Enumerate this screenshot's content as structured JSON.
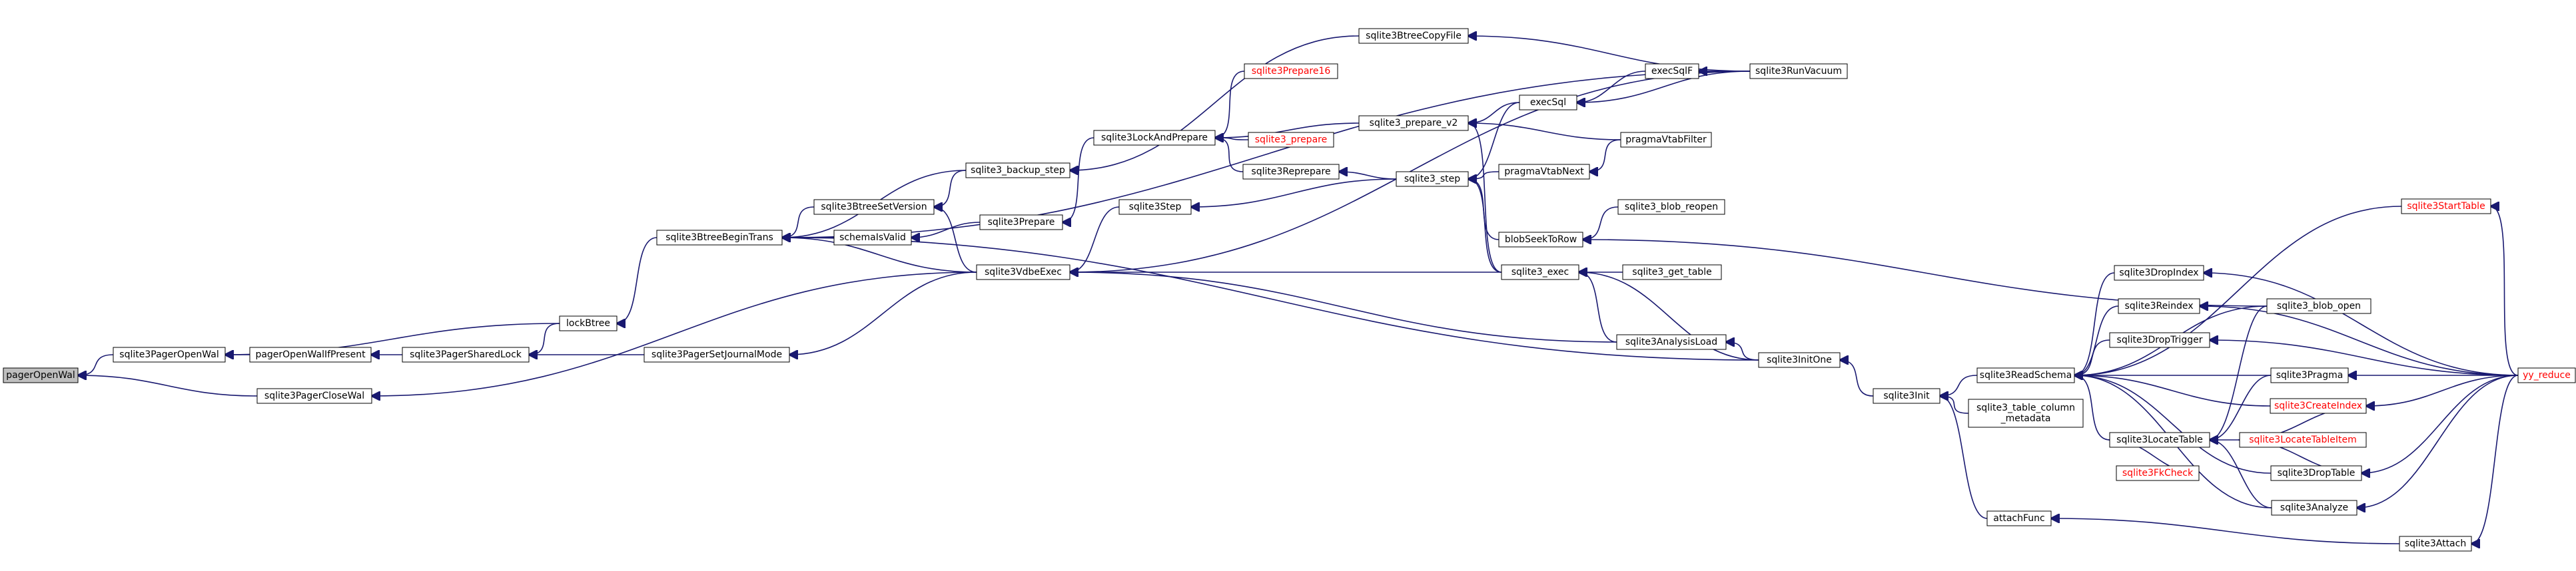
{
  "graph": {
    "root": "pagerOpenWal",
    "colors": {
      "edge": "#191970",
      "root_fill": "#bfbfbf",
      "node_fill": "#ffffff",
      "link_text": "#000000",
      "external_text": "#ff0000"
    },
    "nodes": [
      {
        "id": "pagerOpenWal",
        "label": "pagerOpenWal",
        "style": "root"
      },
      {
        "id": "sqlite3PagerOpenWal",
        "label": "sqlite3PagerOpenWal"
      },
      {
        "id": "sqlite3PagerCloseWal",
        "label": "sqlite3PagerCloseWal"
      },
      {
        "id": "pagerOpenWalIfPresent",
        "label": "pagerOpenWalIfPresent"
      },
      {
        "id": "sqlite3PagerSharedLock",
        "label": "sqlite3PagerSharedLock"
      },
      {
        "id": "lockBtree",
        "label": "lockBtree"
      },
      {
        "id": "sqlite3PagerSetJournalMode",
        "label": "sqlite3PagerSetJournalMode"
      },
      {
        "id": "sqlite3BtreeBeginTrans",
        "label": "sqlite3BtreeBeginTrans"
      },
      {
        "id": "sqlite3BtreeSetVersion",
        "label": "sqlite3BtreeSetVersion"
      },
      {
        "id": "schemaIsValid",
        "label": "schemaIsValid"
      },
      {
        "id": "sqlite3VdbeExec",
        "label": "sqlite3VdbeExec"
      },
      {
        "id": "sqlite3_backup_step",
        "label": "sqlite3_backup_step"
      },
      {
        "id": "sqlite3Prepare",
        "label": "sqlite3Prepare"
      },
      {
        "id": "sqlite3Step",
        "label": "sqlite3Step"
      },
      {
        "id": "sqlite3LockAndPrepare",
        "label": "sqlite3LockAndPrepare"
      },
      {
        "id": "sqlite3Prepare16",
        "label": "sqlite3Prepare16",
        "style": "external"
      },
      {
        "id": "sqlite3_prepare",
        "label": "sqlite3_prepare",
        "style": "external"
      },
      {
        "id": "sqlite3Reprepare",
        "label": "sqlite3Reprepare"
      },
      {
        "id": "sqlite3BtreeCopyFile",
        "label": "sqlite3BtreeCopyFile"
      },
      {
        "id": "sqlite3_prepare_v2",
        "label": "sqlite3_prepare_v2"
      },
      {
        "id": "sqlite3_step",
        "label": "sqlite3_step"
      },
      {
        "id": "execSql",
        "label": "execSql"
      },
      {
        "id": "execSqlF",
        "label": "execSqlF"
      },
      {
        "id": "sqlite3RunVacuum",
        "label": "sqlite3RunVacuum"
      },
      {
        "id": "pragmaVtabFilter",
        "label": "pragmaVtabFilter"
      },
      {
        "id": "pragmaVtabNext",
        "label": "pragmaVtabNext"
      },
      {
        "id": "blobSeekToRow",
        "label": "blobSeekToRow"
      },
      {
        "id": "sqlite3_blob_reopen",
        "label": "sqlite3_blob_reopen"
      },
      {
        "id": "sqlite3_exec",
        "label": "sqlite3_exec"
      },
      {
        "id": "sqlite3_get_table",
        "label": "sqlite3_get_table"
      },
      {
        "id": "sqlite3AnalysisLoad",
        "label": "sqlite3AnalysisLoad"
      },
      {
        "id": "sqlite3InitOne",
        "label": "sqlite3InitOne"
      },
      {
        "id": "sqlite3Init",
        "label": "sqlite3Init"
      },
      {
        "id": "sqlite3ReadSchema",
        "label": "sqlite3ReadSchema"
      },
      {
        "id": "sqlite3_table_column_metadata",
        "label": "sqlite3_table_column\n_metadata"
      },
      {
        "id": "attachFunc",
        "label": "attachFunc"
      },
      {
        "id": "sqlite3StartTable",
        "label": "sqlite3StartTable",
        "style": "external"
      },
      {
        "id": "sqlite3DropIndex",
        "label": "sqlite3DropIndex"
      },
      {
        "id": "sqlite3Reindex",
        "label": "sqlite3Reindex"
      },
      {
        "id": "sqlite3_blob_open",
        "label": "sqlite3_blob_open"
      },
      {
        "id": "sqlite3DropTrigger",
        "label": "sqlite3DropTrigger"
      },
      {
        "id": "sqlite3Pragma",
        "label": "sqlite3Pragma"
      },
      {
        "id": "sqlite3CreateIndex",
        "label": "sqlite3CreateIndex",
        "style": "external"
      },
      {
        "id": "sqlite3LocateTable",
        "label": "sqlite3LocateTable"
      },
      {
        "id": "sqlite3LocateTableItem",
        "label": "sqlite3LocateTableItem",
        "style": "external"
      },
      {
        "id": "sqlite3FkCheck",
        "label": "sqlite3FkCheck",
        "style": "external"
      },
      {
        "id": "sqlite3DropTable",
        "label": "sqlite3DropTable"
      },
      {
        "id": "sqlite3Analyze",
        "label": "sqlite3Analyze"
      },
      {
        "id": "sqlite3Attach",
        "label": "sqlite3Attach"
      },
      {
        "id": "yy_reduce",
        "label": "yy_reduce",
        "style": "external"
      }
    ],
    "edges": [
      [
        "sqlite3PagerOpenWal",
        "pagerOpenWal"
      ],
      [
        "sqlite3PagerCloseWal",
        "pagerOpenWal"
      ],
      [
        "pagerOpenWalIfPresent",
        "sqlite3PagerOpenWal"
      ],
      [
        "lockBtree",
        "sqlite3PagerOpenWal"
      ],
      [
        "sqlite3PagerSharedLock",
        "pagerOpenWalIfPresent"
      ],
      [
        "lockBtree",
        "sqlite3PagerSharedLock"
      ],
      [
        "sqlite3PagerSetJournalMode",
        "sqlite3PagerSharedLock"
      ],
      [
        "sqlite3BtreeBeginTrans",
        "lockBtree"
      ],
      [
        "sqlite3VdbeExec",
        "sqlite3PagerSetJournalMode"
      ],
      [
        "sqlite3VdbeExec",
        "sqlite3PagerCloseWal"
      ],
      [
        "sqlite3_backup_step",
        "sqlite3BtreeBeginTrans"
      ],
      [
        "sqlite3BtreeSetVersion",
        "sqlite3BtreeBeginTrans"
      ],
      [
        "schemaIsValid",
        "sqlite3BtreeBeginTrans"
      ],
      [
        "sqlite3VdbeExec",
        "sqlite3BtreeBeginTrans"
      ],
      [
        "sqlite3RunVacuum",
        "sqlite3BtreeBeginTrans"
      ],
      [
        "sqlite3InitOne",
        "sqlite3BtreeBeginTrans"
      ],
      [
        "sqlite3_backup_step",
        "sqlite3BtreeSetVersion"
      ],
      [
        "sqlite3VdbeExec",
        "sqlite3BtreeSetVersion"
      ],
      [
        "sqlite3Prepare",
        "schemaIsValid"
      ],
      [
        "sqlite3Step",
        "sqlite3VdbeExec"
      ],
      [
        "sqlite3RunVacuum",
        "sqlite3VdbeExec"
      ],
      [
        "sqlite3_exec",
        "sqlite3VdbeExec"
      ],
      [
        "sqlite3AnalysisLoad",
        "sqlite3VdbeExec"
      ],
      [
        "sqlite3BtreeCopyFile",
        "sqlite3_backup_step"
      ],
      [
        "sqlite3LockAndPrepare",
        "sqlite3Prepare"
      ],
      [
        "sqlite3_step",
        "sqlite3Step"
      ],
      [
        "sqlite3Prepare16",
        "sqlite3LockAndPrepare"
      ],
      [
        "sqlite3_prepare",
        "sqlite3LockAndPrepare"
      ],
      [
        "sqlite3Reprepare",
        "sqlite3LockAndPrepare"
      ],
      [
        "sqlite3_prepare_v2",
        "sqlite3LockAndPrepare"
      ],
      [
        "sqlite3RunVacuum",
        "sqlite3BtreeCopyFile"
      ],
      [
        "sqlite3_step",
        "sqlite3Reprepare"
      ],
      [
        "execSql",
        "sqlite3_prepare_v2"
      ],
      [
        "pragmaVtabFilter",
        "sqlite3_prepare_v2"
      ],
      [
        "sqlite3_exec",
        "sqlite3_prepare_v2"
      ],
      [
        "execSql",
        "sqlite3_step"
      ],
      [
        "pragmaVtabNext",
        "sqlite3_step"
      ],
      [
        "blobSeekToRow",
        "sqlite3_step"
      ],
      [
        "sqlite3_exec",
        "sqlite3_step"
      ],
      [
        "execSqlF",
        "execSql"
      ],
      [
        "sqlite3RunVacuum",
        "execSql"
      ],
      [
        "sqlite3RunVacuum",
        "execSqlF"
      ],
      [
        "pragmaVtabFilter",
        "pragmaVtabNext"
      ],
      [
        "sqlite3_blob_reopen",
        "blobSeekToRow"
      ],
      [
        "sqlite3_blob_open",
        "blobSeekToRow"
      ],
      [
        "sqlite3_get_table",
        "sqlite3_exec"
      ],
      [
        "sqlite3AnalysisLoad",
        "sqlite3_exec"
      ],
      [
        "sqlite3InitOne",
        "sqlite3_exec"
      ],
      [
        "sqlite3InitOne",
        "sqlite3AnalysisLoad"
      ],
      [
        "sqlite3Init",
        "sqlite3InitOne"
      ],
      [
        "sqlite3ReadSchema",
        "sqlite3Init"
      ],
      [
        "sqlite3_table_column_metadata",
        "sqlite3Init"
      ],
      [
        "attachFunc",
        "sqlite3Init"
      ],
      [
        "sqlite3StartTable",
        "sqlite3ReadSchema"
      ],
      [
        "sqlite3DropIndex",
        "sqlite3ReadSchema"
      ],
      [
        "sqlite3Reindex",
        "sqlite3ReadSchema"
      ],
      [
        "sqlite3_blob_open",
        "sqlite3ReadSchema"
      ],
      [
        "sqlite3DropTrigger",
        "sqlite3ReadSchema"
      ],
      [
        "sqlite3Pragma",
        "sqlite3ReadSchema"
      ],
      [
        "sqlite3CreateIndex",
        "sqlite3ReadSchema"
      ],
      [
        "sqlite3LocateTable",
        "sqlite3ReadSchema"
      ],
      [
        "sqlite3Analyze",
        "sqlite3ReadSchema"
      ],
      [
        "sqlite3DropTable",
        "sqlite3ReadSchema"
      ],
      [
        "sqlite3Attach",
        "attachFunc"
      ],
      [
        "sqlite3_blob_open",
        "sqlite3LocateTable"
      ],
      [
        "sqlite3Pragma",
        "sqlite3LocateTable"
      ],
      [
        "sqlite3LocateTableItem",
        "sqlite3LocateTable"
      ],
      [
        "sqlite3FkCheck",
        "sqlite3LocateTable"
      ],
      [
        "sqlite3Analyze",
        "sqlite3LocateTable"
      ],
      [
        "sqlite3CreateIndex",
        "sqlite3LocateTableItem"
      ],
      [
        "sqlite3DropTable",
        "sqlite3LocateTableItem"
      ],
      [
        "yy_reduce",
        "sqlite3StartTable"
      ],
      [
        "yy_reduce",
        "sqlite3DropIndex"
      ],
      [
        "yy_reduce",
        "sqlite3Reindex"
      ],
      [
        "yy_reduce",
        "sqlite3DropTrigger"
      ],
      [
        "yy_reduce",
        "sqlite3Pragma"
      ],
      [
        "yy_reduce",
        "sqlite3CreateIndex"
      ],
      [
        "yy_reduce",
        "sqlite3DropTable"
      ],
      [
        "yy_reduce",
        "sqlite3Analyze"
      ],
      [
        "yy_reduce",
        "sqlite3Attach"
      ]
    ]
  }
}
